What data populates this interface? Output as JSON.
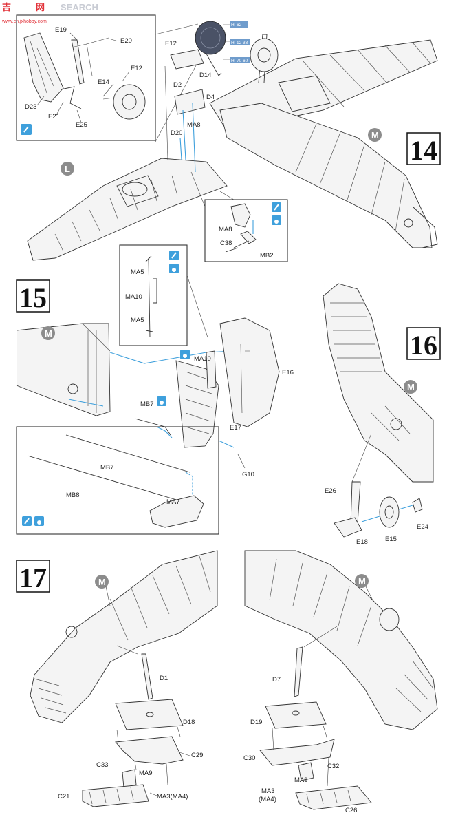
{
  "header": {
    "brand_left": "吉",
    "brand_mid": "网",
    "brand_right": "SEARCH",
    "watermark": "www.cn.jxhobby.com"
  },
  "colors": {
    "accent_blue": "#3fa0dc",
    "badge_gray": "#8c8c8c",
    "header_red": "#e2333a"
  },
  "steps": [
    {
      "number": "14"
    },
    {
      "number": "15"
    },
    {
      "number": "16"
    },
    {
      "number": "17"
    }
  ],
  "step14": {
    "inset_labels": {
      "e19": "E19",
      "e20": "E20",
      "e12": "E12",
      "e14": "E14",
      "d23": "D23",
      "e21": "E21",
      "e25": "E25"
    },
    "labels": {
      "e12": "E12",
      "d14": "D14",
      "d2": "D2",
      "d4": "D4",
      "ma8": "MA8",
      "d20": "D20"
    },
    "paint_codes": [
      {
        "prefix": "H",
        "code": "62"
      },
      {
        "prefix": "H",
        "code": "12 33"
      },
      {
        "prefix": "H",
        "code": "70 60"
      }
    ],
    "badge_m": "M",
    "badge_l": "L",
    "detail_labels": {
      "ma8": "MA8",
      "c38": "C38",
      "mb2": "MB2"
    }
  },
  "step15": {
    "inset_labels": {
      "ma5_top": "MA5",
      "ma10": "MA10",
      "ma5_bottom": "MA5"
    },
    "labels": {
      "ma10": "MA10",
      "e16": "E16",
      "mb7": "MB7",
      "e17": "E17",
      "g10": "G10"
    },
    "badge_m": "M",
    "detail_labels": {
      "mb7": "MB7",
      "mb8": "MB8",
      "ma7": "MA7"
    }
  },
  "step16": {
    "badge_m": "M",
    "labels": {
      "e26": "E26",
      "e18": "E18",
      "e15": "E15",
      "e24": "E24"
    }
  },
  "step17": {
    "left": {
      "badge_m": "M",
      "labels": {
        "d1": "D1",
        "d18": "D18",
        "c29": "C29",
        "c33": "C33",
        "ma9": "MA9",
        "c21": "C21",
        "ma3": "MA3(MA4)"
      }
    },
    "right": {
      "badge_m": "M",
      "labels": {
        "d7": "D7",
        "d19": "D19",
        "c30": "C30",
        "c32": "C32",
        "ma9": "MA9",
        "ma3": "MA3",
        "ma4": "(MA4)",
        "c26": "C26"
      }
    }
  }
}
